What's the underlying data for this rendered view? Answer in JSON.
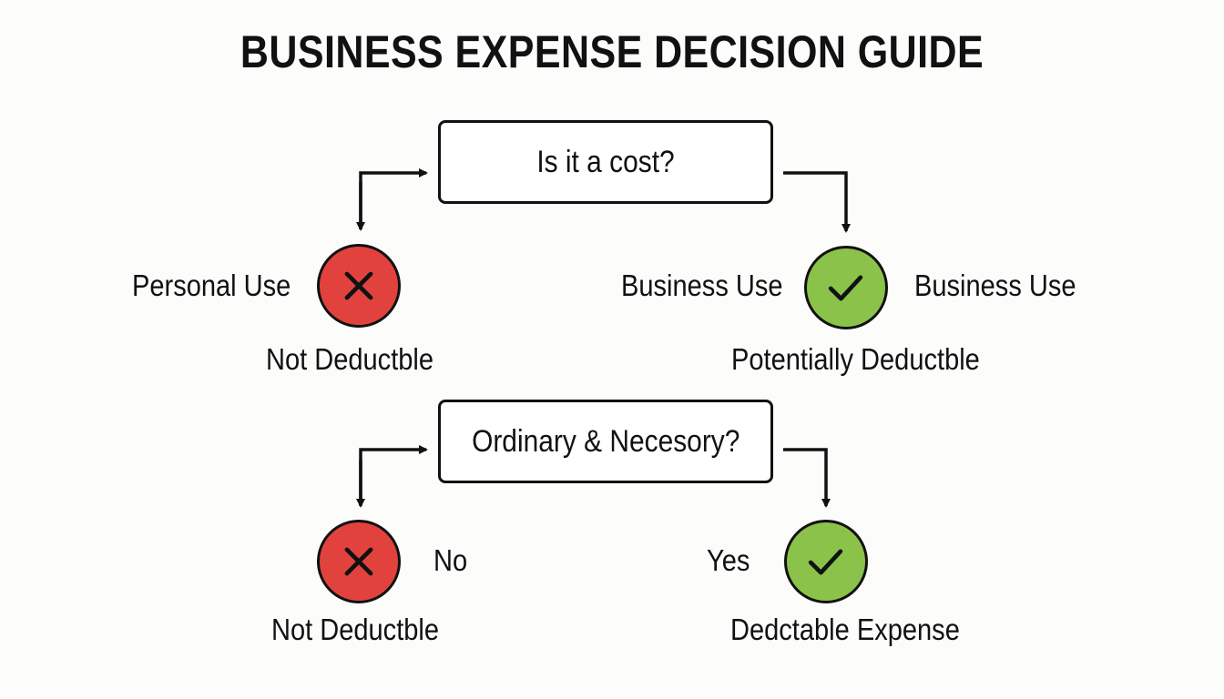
{
  "title": "BUSINESS EXPENSE DECISION GUIDE",
  "colors": {
    "no": "#e2423e",
    "yes": "#8bc34a",
    "ink": "#111111"
  },
  "question1": {
    "text": "Is it a cost?",
    "left": {
      "icon": "x-icon",
      "side_label": "Personal Use",
      "result": "Not Deductble"
    },
    "right": {
      "icon": "check-icon",
      "side_label_left": "Business Use",
      "side_label_right": "Business Use",
      "result": "Potentially Deductble"
    }
  },
  "question2": {
    "text": "Ordinary & Necesory?",
    "left": {
      "icon": "x-icon",
      "side_label": "No",
      "result": "Not Deductble"
    },
    "right": {
      "icon": "check-icon",
      "side_label": "Yes",
      "result": "Dedctable Expense"
    }
  }
}
